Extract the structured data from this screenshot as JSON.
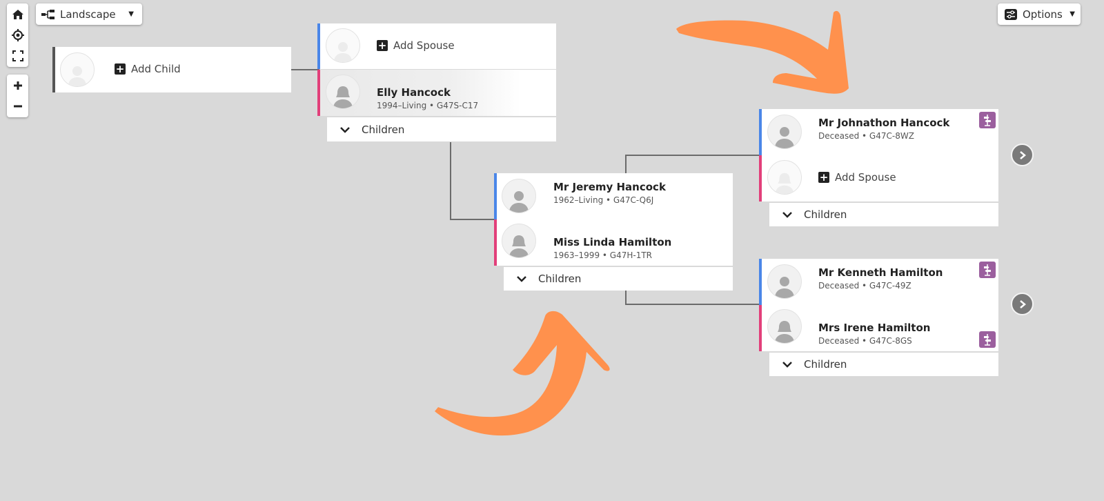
{
  "toolbar": {
    "view_selector": {
      "label": "Landscape",
      "icon": "tree-layout-icon"
    },
    "options": {
      "label": "Options",
      "icon": "sliders-icon"
    },
    "controls": [
      "home-icon",
      "locate-icon",
      "fullscreen-icon"
    ],
    "zoom": [
      "zoom-in-icon",
      "zoom-out-icon"
    ]
  },
  "tree": {
    "child_card": {
      "add_label": "Add Child"
    },
    "elly_family": {
      "spouse_add_label": "Add Spouse",
      "person": {
        "name": "Elly Hancock",
        "meta": "1994–Living • G47S-C17"
      },
      "children_label": "Children"
    },
    "parents": {
      "father": {
        "name": "Mr Jeremy Hancock",
        "meta": "1962–Living • G47C-Q6J"
      },
      "mother": {
        "name": "Miss Linda Hamilton",
        "meta": "1963–1999 • G47H-1TR"
      },
      "children_label": "Children"
    },
    "paternal": {
      "father": {
        "name": "Mr Johnathon Hancock",
        "meta": "Deceased • G47C-8WZ"
      },
      "spouse_add_label": "Add Spouse",
      "children_label": "Children"
    },
    "maternal": {
      "father": {
        "name": "Mr Kenneth Hamilton",
        "meta": "Deceased • G47C-49Z"
      },
      "mother": {
        "name": "Mrs Irene Hamilton",
        "meta": "Deceased • G47C-8GS"
      },
      "children_label": "Children"
    }
  },
  "colors": {
    "background": "#d9d9d9",
    "male": "#4a86e8",
    "female": "#e23f7a",
    "badge": "#9b5f9e",
    "arrow": "#ff914d"
  }
}
